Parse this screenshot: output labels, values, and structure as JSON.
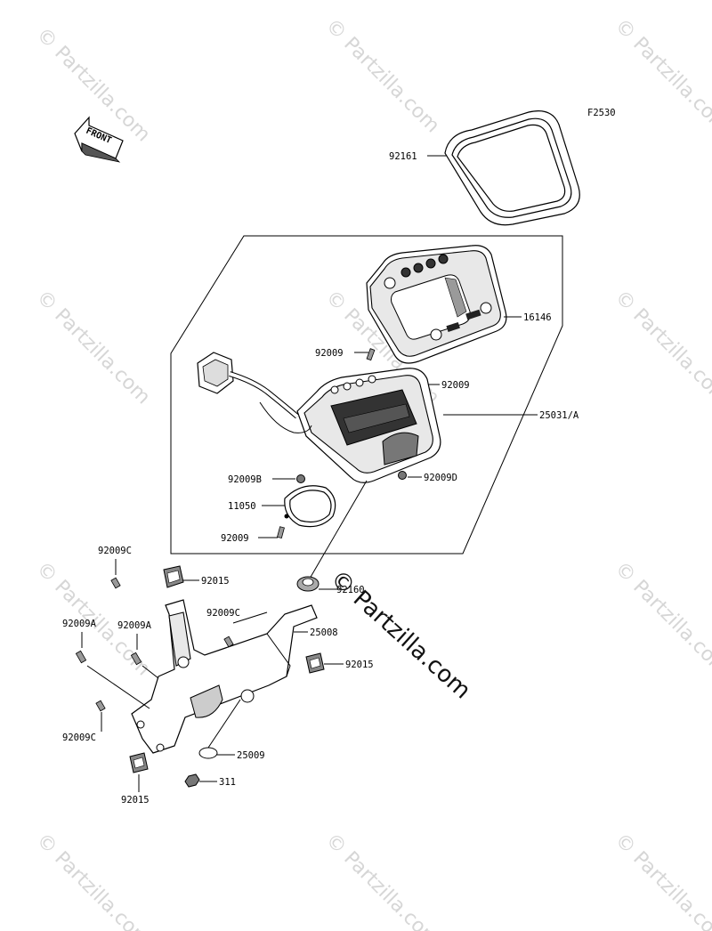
{
  "figure_code": "F2530",
  "front_label": "FRONT",
  "watermark": {
    "text": "© Partzilla.com",
    "overlay_text": "© Partzilla.com"
  },
  "callouts": {
    "c92161": "92161",
    "c16146": "16146",
    "c92009_top": "92009",
    "c92009_right": "92009",
    "c25031A": "25031/A",
    "c92009B": "92009B",
    "c92009D": "92009D",
    "c11050": "11050",
    "c92009_low": "92009",
    "c92009C_1": "92009C",
    "c92015_1": "92015",
    "c92160": "92160",
    "c92009C_2": "92009C",
    "c92009A_1": "92009A",
    "c92009A_2": "92009A",
    "c25008": "25008",
    "c92015_2": "92015",
    "c92009C_3": "92009C",
    "c25009": "25009",
    "c311": "311",
    "c92015_3": "92015"
  }
}
